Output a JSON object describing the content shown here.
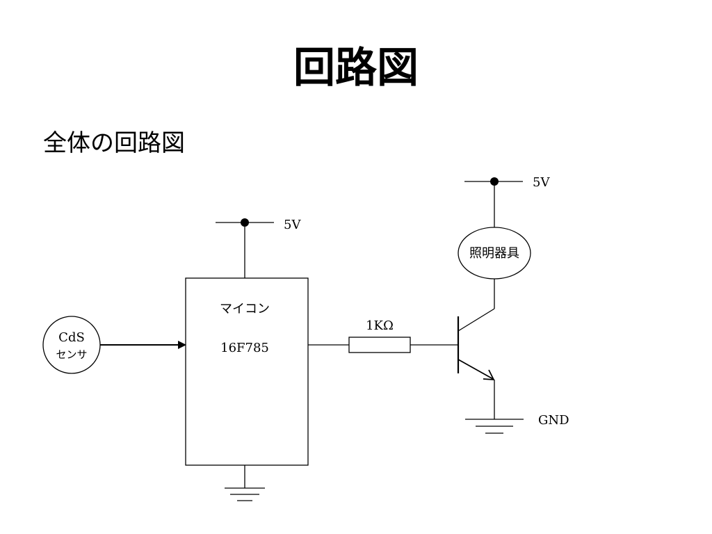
{
  "slide": {
    "title": "回路図",
    "subtitle": "全体の回路図"
  },
  "diagram": {
    "sensor_line1": "CdS",
    "sensor_line2": "センサ",
    "mcu_line1": "マイコン",
    "mcu_line2": "16F785",
    "resistor_label": "1KΩ",
    "lamp_label": "照明器具",
    "supply_mcu": "5V",
    "supply_lamp": "5V",
    "ground_label": "GND"
  }
}
